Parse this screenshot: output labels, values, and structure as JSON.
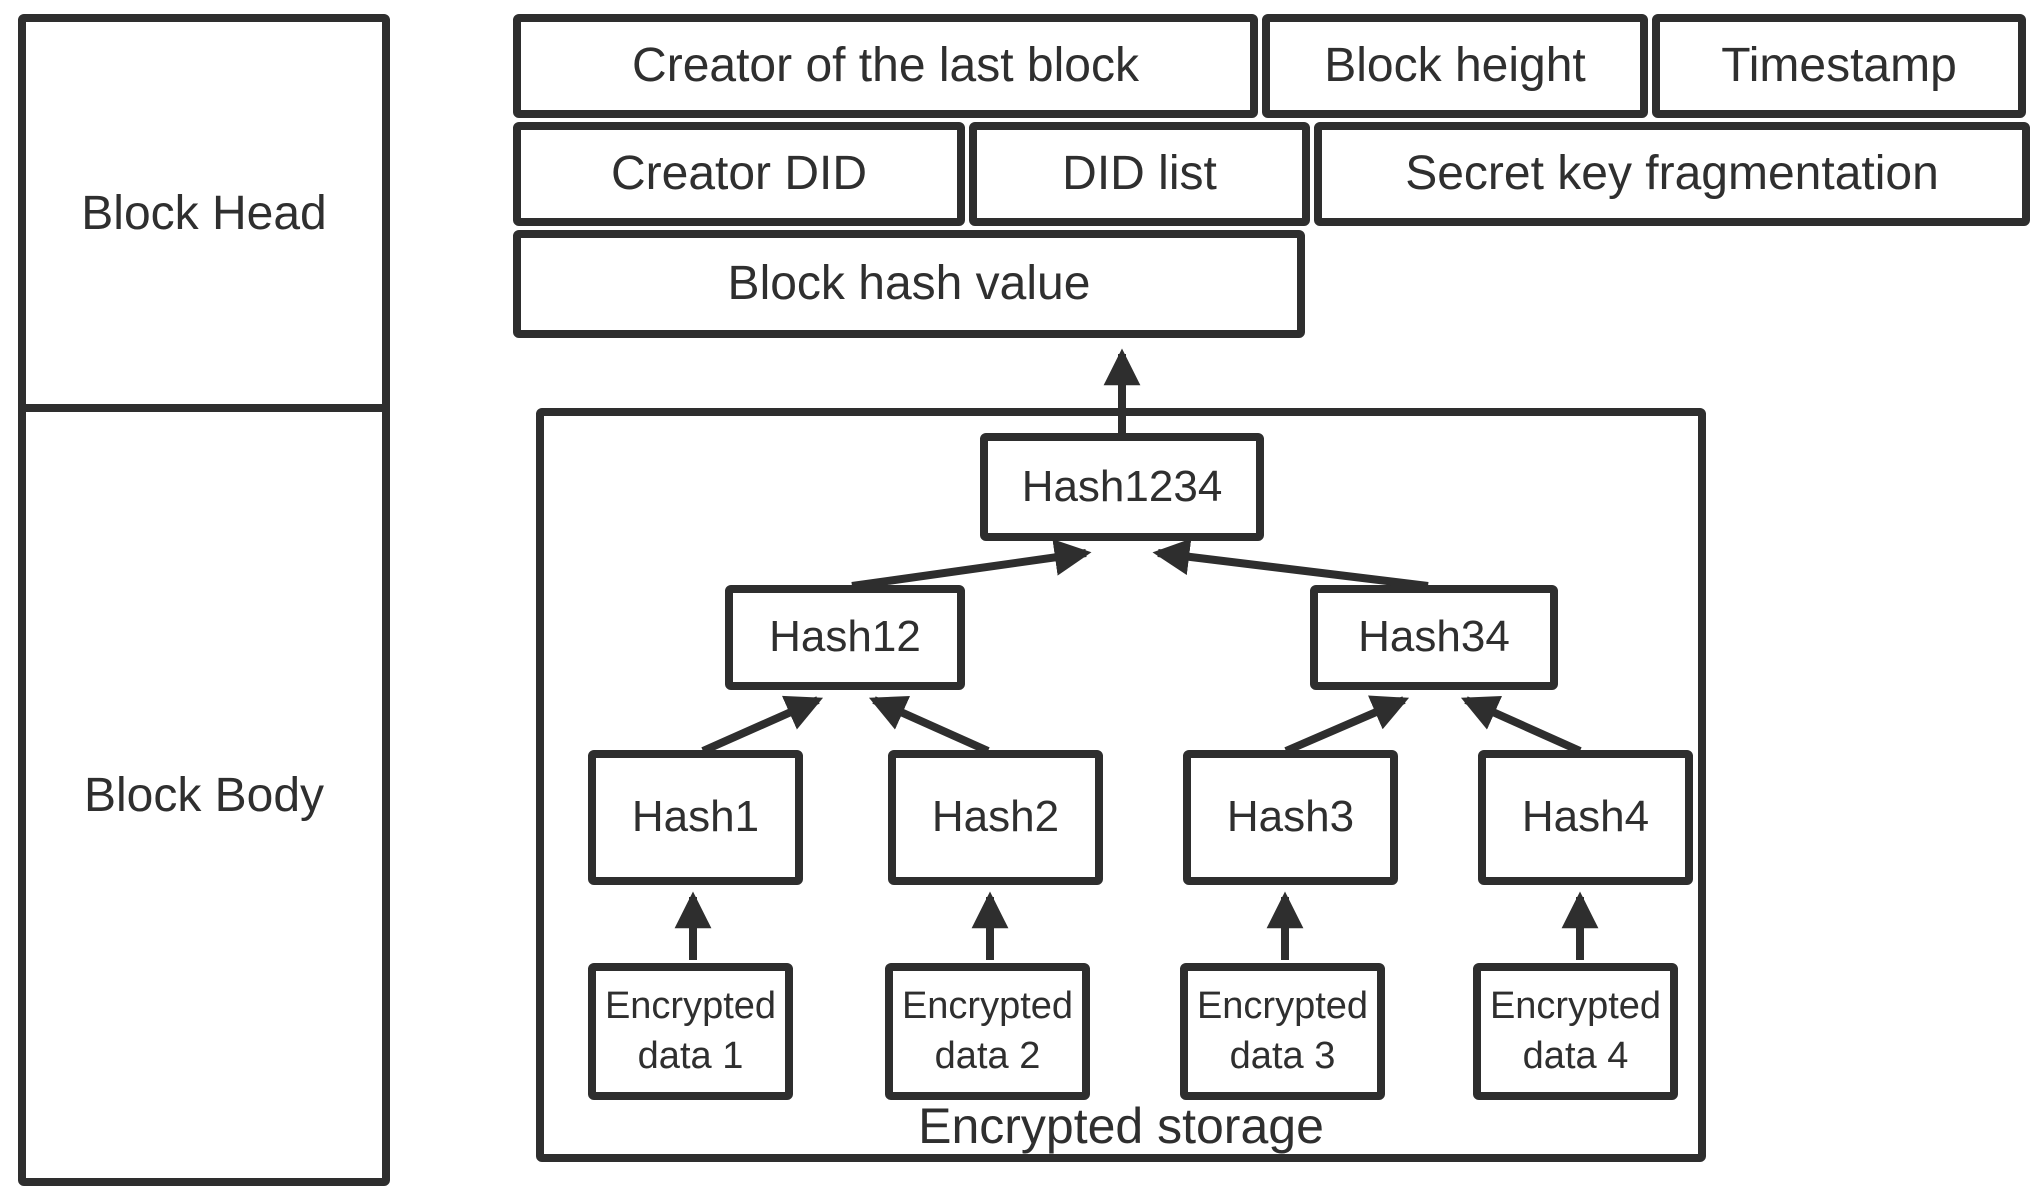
{
  "panel": {
    "head_label": "Block Head",
    "body_label": "Block Body"
  },
  "header_fields": {
    "creator_last_block": "Creator of the last block",
    "block_height": "Block height",
    "timestamp": "Timestamp",
    "creator_did": "Creator DID",
    "did_list": "DID list",
    "secret_key_frag": "Secret key fragmentation",
    "block_hash_value": "Block hash value"
  },
  "tree": {
    "root": "Hash1234",
    "hash12": "Hash12",
    "hash34": "Hash34",
    "hash1": "Hash1",
    "hash2": "Hash2",
    "hash3": "Hash3",
    "hash4": "Hash4",
    "leaf1": {
      "line1": "Encrypted",
      "line2": "data 1"
    },
    "leaf2": {
      "line1": "Encrypted",
      "line2": "data 2"
    },
    "leaf3": {
      "line1": "Encrypted",
      "line2": "data 3"
    },
    "leaf4": {
      "line1": "Encrypted",
      "line2": "data 4"
    },
    "storage": "Encrypted storage"
  },
  "colors": {
    "line": "#2e2e2e",
    "text": "#2f2f2f",
    "background": "#ffffff"
  }
}
